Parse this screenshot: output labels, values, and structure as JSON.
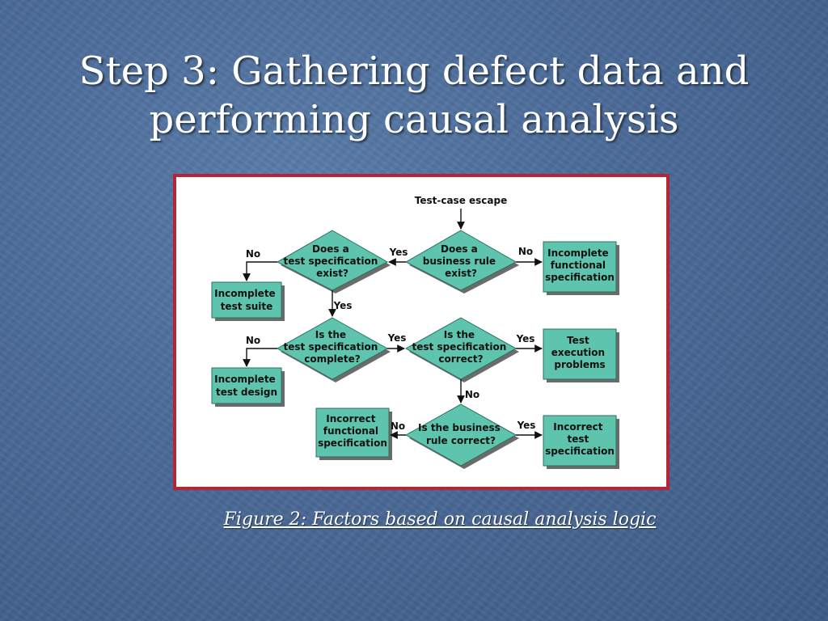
{
  "slide": {
    "title_line1": "Step 3: Gathering defect data and",
    "title_line2": "performing causal analysis",
    "caption": "Figure 2: Factors based on causal analysis logic"
  },
  "colors": {
    "accent_border": "#b52437",
    "node_fill": "#5fc4ad",
    "background": "#4a6a97"
  },
  "diagram": {
    "start": "Test-case escape",
    "diamonds": {
      "business_rule_exist": [
        "Does a",
        "business rule",
        "exist?"
      ],
      "test_spec_exist": [
        "Does a",
        "test specification",
        "exist?"
      ],
      "test_spec_complete": [
        "Is the",
        "test specification",
        "complete?"
      ],
      "test_spec_correct": [
        "Is the",
        "test specification",
        "correct?"
      ],
      "business_rule_correct": [
        "Is the business",
        "rule correct?"
      ]
    },
    "outcomes": {
      "incomplete_functional_spec": [
        "Incomplete",
        "functional",
        "specification"
      ],
      "incomplete_test_suite": [
        "Incomplete",
        "test suite"
      ],
      "incomplete_test_design": [
        "Incomplete",
        "test design"
      ],
      "test_execution_problems": [
        "Test",
        "execution",
        "problems"
      ],
      "incorrect_functional_spec": [
        "Incorrect",
        "functional",
        "specification"
      ],
      "incorrect_test_spec": [
        "Incorrect",
        "test",
        "specification"
      ]
    },
    "edge_labels": {
      "yes": "Yes",
      "no": "No"
    }
  }
}
